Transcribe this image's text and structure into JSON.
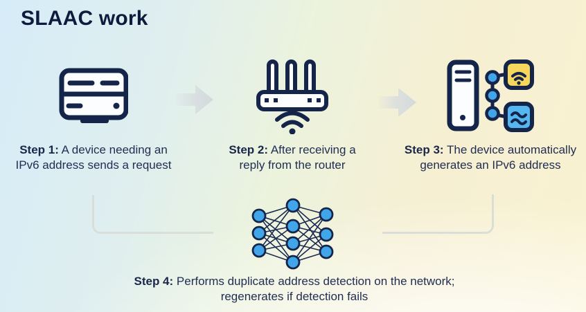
{
  "title": "SLAAC work",
  "steps": [
    {
      "label": "Step 1:",
      "text": "A device needing an IPv6 address sends a request",
      "icon": "device-icon"
    },
    {
      "label": "Step 2:",
      "text": "After receiving a reply from the router",
      "icon": "router-wifi-icon"
    },
    {
      "label": "Step 3:",
      "text": "The device automatically generates an IPv6 address",
      "icon": "device-network-icon"
    },
    {
      "label": "Step 4:",
      "text": "Performs duplicate address detection on the network; regenerates if detection fails",
      "icon": "neural-network-icon"
    }
  ],
  "colors": {
    "navy_outline": "#152549",
    "caption_text": "#212e52",
    "title_text": "#0e1b3d",
    "node_blue": "#41a6e9",
    "panel_yellow": "#f6d75e",
    "panel_blue": "#55b6f0",
    "arrow_gray": "#d6dbdf",
    "connector_gray": "#d9ded8",
    "bg_top_left": "#d6ecf8",
    "bg_right": "#f9f2d1"
  }
}
